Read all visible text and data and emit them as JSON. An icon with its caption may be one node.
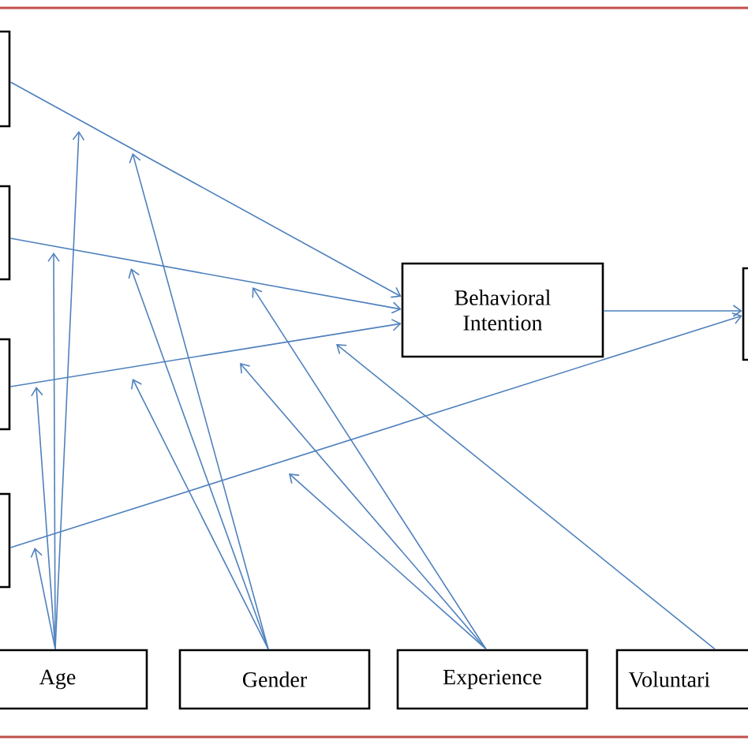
{
  "diagram": {
    "nodes": [
      {
        "text": [],
        "shape": "box"
      },
      {
        "text": [],
        "shape": "box"
      },
      {
        "text": [],
        "shape": "box"
      },
      {
        "text": [],
        "shape": "box"
      },
      {
        "text": [
          "Behavioral Intention"
        ]
      },
      {
        "text": [],
        "shape": "box"
      },
      {
        "text": [
          "Age"
        ]
      },
      {
        "text": [
          "Gender"
        ]
      },
      {
        "text": [
          "Experience"
        ]
      },
      {
        "text": [
          "Voluntari"
        ]
      }
    ],
    "edges": [
      {
        "from": 0,
        "to": 4,
        "arrow": "to"
      },
      {
        "from": 1,
        "to": 4,
        "arrow": "to"
      },
      {
        "from": 2,
        "to": 4,
        "arrow": "to"
      },
      {
        "from": 3,
        "to": 5,
        "arrow": "to"
      },
      {
        "from": 4,
        "to": 5,
        "arrow": "to"
      },
      {
        "from": 6,
        "to": null,
        "arrow": "to"
      },
      {
        "from": 6,
        "to": null,
        "arrow": "to"
      },
      {
        "from": 6,
        "to": null,
        "arrow": "to"
      },
      {
        "from": 6,
        "to": null,
        "arrow": "to"
      },
      {
        "from": 7,
        "to": null,
        "arrow": "to"
      },
      {
        "from": 7,
        "to": null,
        "arrow": "to"
      },
      {
        "from": 7,
        "to": null,
        "arrow": "to"
      },
      {
        "from": 8,
        "to": null,
        "arrow": "to"
      },
      {
        "from": 8,
        "to": null,
        "arrow": "to"
      },
      {
        "from": 8,
        "to": null,
        "arrow": "to"
      },
      {
        "from": 9,
        "to": null,
        "arrow": "to"
      }
    ]
  }
}
